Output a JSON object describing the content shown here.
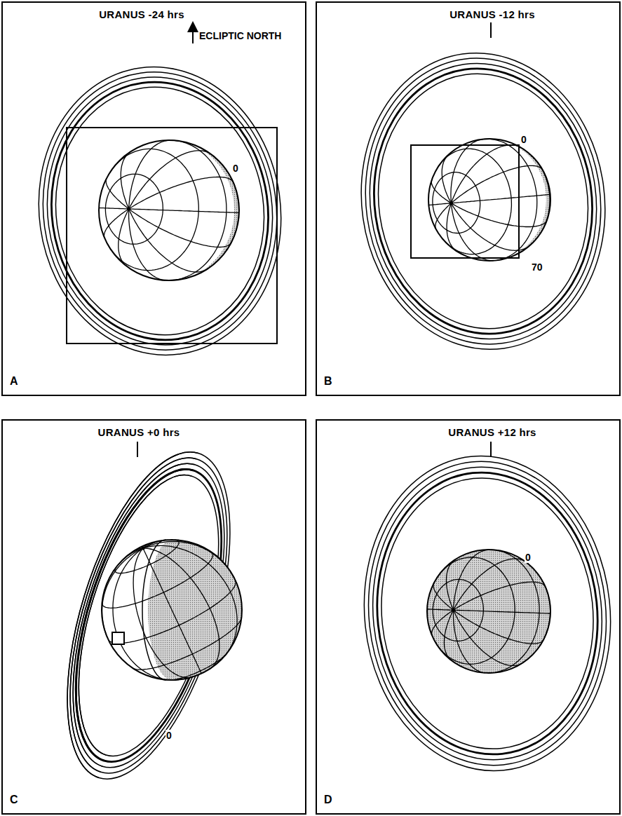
{
  "diagram": {
    "nodes": [
      {
        "text": [
          "URANUS -24 hrs",
          "A"
        ]
      },
      {
        "text": [
          "URANUS -12 hrs",
          "B"
        ]
      },
      {
        "text": [
          "URANUS +0 hrs",
          "C"
        ]
      },
      {
        "text": [
          "URANUS +12 hrs",
          "D"
        ]
      }
    ],
    "labels": [
      "ECLIPTIC NORTH",
      "0",
      "0",
      "70",
      "0",
      "0"
    ]
  }
}
